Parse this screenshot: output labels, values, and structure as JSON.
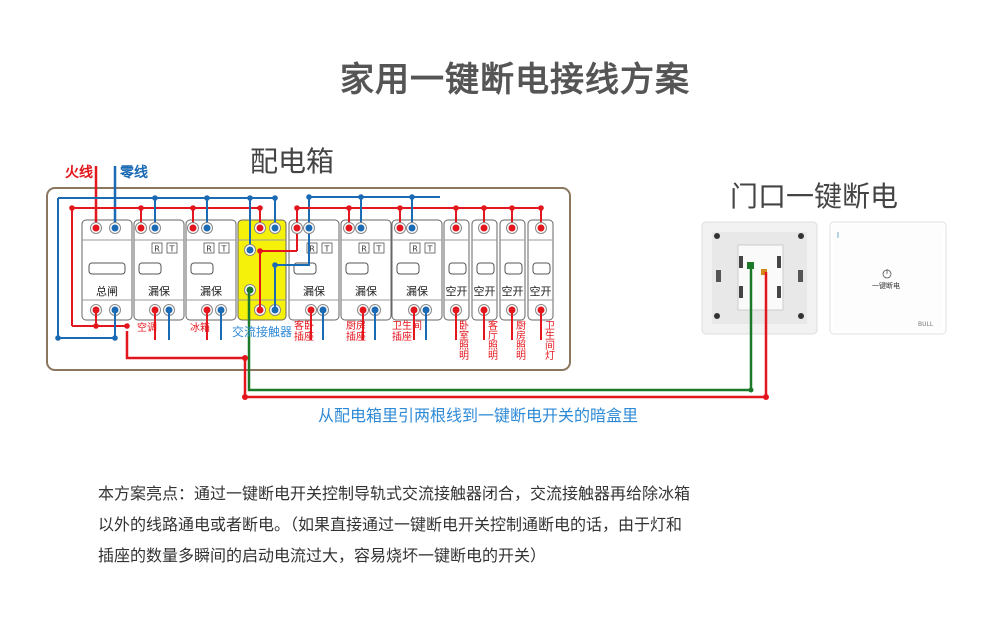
{
  "title": "家用一键断电接线方案",
  "panel": {
    "title": "配电箱",
    "live_label": "火线",
    "neutral_label": "零线",
    "breakers": [
      {
        "name": "总闸",
        "rt": false,
        "output": ""
      },
      {
        "name": "漏保",
        "rt": true,
        "output": "空调"
      },
      {
        "name": "漏保",
        "rt": true,
        "output": "冰箱"
      },
      {
        "name": "交流接触器",
        "rt": false,
        "output": ""
      },
      {
        "name": "漏保",
        "rt": true,
        "output": "客卧插座"
      },
      {
        "name": "漏保",
        "rt": true,
        "output": "厨房插座"
      },
      {
        "name": "漏保",
        "rt": true,
        "output": "卫生间插座"
      },
      {
        "name": "空开",
        "rt": false,
        "output": "卧室照明"
      },
      {
        "name": "空开",
        "rt": false,
        "output": "客厅照明"
      },
      {
        "name": "空开",
        "rt": false,
        "output": "厨房照明"
      },
      {
        "name": "空开",
        "rt": false,
        "output": "卫生间灯"
      }
    ],
    "rt_labels": [
      "R",
      "T"
    ],
    "contactor_label": "交流接触器"
  },
  "door_switch": {
    "title": "门口一键断电",
    "front_text": "一键断电",
    "brand": "BULL"
  },
  "caption": "从配电箱里引两根线到一键断电开关的暗盒里",
  "description": [
    "本方案亮点：通过一键断电开关控制导轨式交流接触器闭合，交流接触器再给除冰箱",
    "以外的线路通电或者断电。（如果直接通过一键断电开关控制通断电的话，由于灯和",
    "插座的数量多瞬间的启动电流过大，容易烧坏一键断电的开关）"
  ],
  "colors": {
    "live": "#e4161d",
    "neutral": "#1b6ab4",
    "control": "#1a7a2a",
    "contactor": "#f5f10a",
    "caption": "#2f8ad6"
  }
}
